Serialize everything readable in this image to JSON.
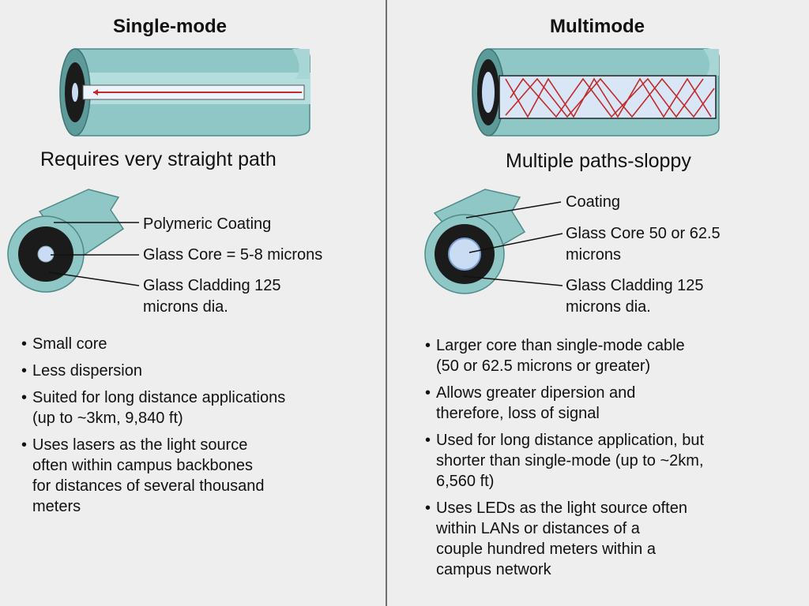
{
  "single_mode": {
    "title": "Single-mode",
    "caption": "Requires very straight path",
    "labels": {
      "coating": "Polymeric Coating",
      "core": "Glass Core = 5-8 microns",
      "cladding": "Glass Cladding 125\nmicrons dia."
    },
    "bullets": [
      "Small core",
      "Less dispersion",
      "Suited for long distance applications\n(up to ~3km, 9,840 ft)",
      "Uses lasers as the light source\noften within campus backbones\nfor distances of several thousand\nmeters"
    ]
  },
  "multimode": {
    "title": "Multimode",
    "caption": "Multiple paths-sloppy",
    "labels": {
      "coating": "Coating",
      "core": "Glass Core 50 or 62.5\nmicrons",
      "cladding": "Glass Cladding 125\nmicrons dia."
    },
    "bullets": [
      "Larger core than single-mode cable\n(50 or 62.5 microns or greater)",
      "Allows greater dipersion and\ntherefore, loss of signal",
      "Used for long distance application, but\nshorter than single-mode (up to ~2km,\n6,560 ft)",
      "Uses LEDs as the light source often\nwithin LANs or distances of a\ncouple hundred meters within a\ncampus network"
    ]
  },
  "colors": {
    "cable_teal": "#8fc7c7",
    "cable_dark": "#5d9a9a",
    "core_black": "#1b1b1b",
    "glass_blue": "#c9dcf3",
    "light_ray": "#c22a2a"
  }
}
